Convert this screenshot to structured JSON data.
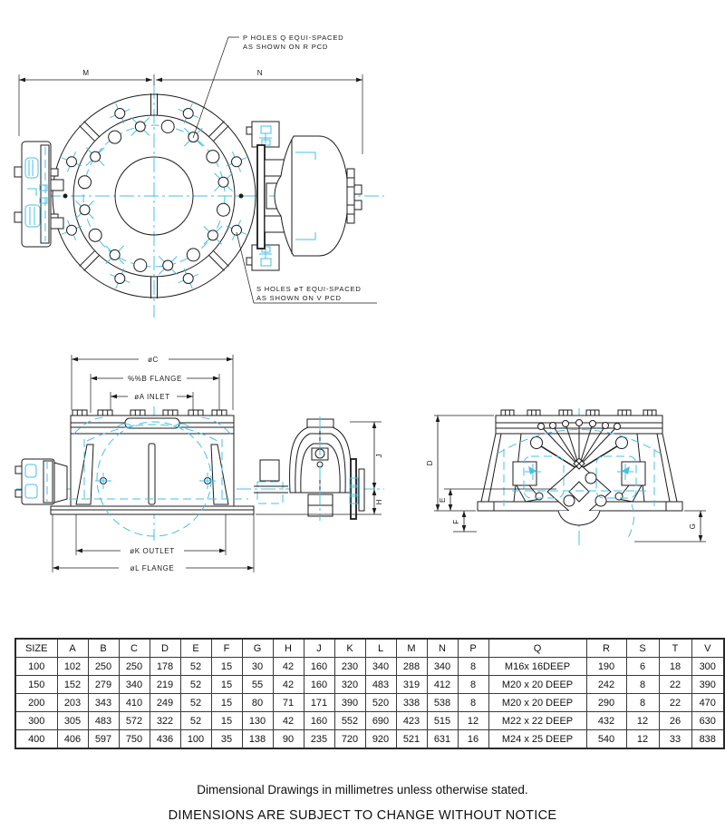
{
  "colors": {
    "line": "#1c1c1c",
    "centerline": "#46c0e8",
    "background": "#ffffff"
  },
  "front_view": {
    "dim_m": "M",
    "dim_n": "N",
    "annotation_top": {
      "line1": "P HOLES Q EQUI-SPACED",
      "line2": "AS SHOWN ON R PCD"
    },
    "annotation_bottom": {
      "line1": "S HOLES øT EQUI-SPACED",
      "line2": "AS SHOWN ON V PCD"
    }
  },
  "side_view": {
    "dim_c": "øC",
    "dim_b": "%%B FLANGE",
    "dim_a": "øA INLET",
    "dim_k": "øK OUTLET",
    "dim_l": "øL FLANGE",
    "dim_j": "J",
    "dim_h": "H"
  },
  "end_view": {
    "dim_d": "D",
    "dim_e": "E",
    "dim_f": "F",
    "dim_g": "G"
  },
  "table": {
    "headers": [
      "SIZE",
      "A",
      "B",
      "C",
      "D",
      "E",
      "F",
      "G",
      "H",
      "J",
      "K",
      "L",
      "M",
      "N",
      "P",
      "Q",
      "R",
      "S",
      "T",
      "V"
    ],
    "rows": [
      [
        "100",
        "102",
        "250",
        "250",
        "178",
        "52",
        "15",
        "30",
        "42",
        "160",
        "230",
        "340",
        "288",
        "340",
        "8",
        "M16x 16DEEP",
        "190",
        "6",
        "18",
        "300"
      ],
      [
        "150",
        "152",
        "279",
        "340",
        "219",
        "52",
        "15",
        "55",
        "42",
        "160",
        "320",
        "483",
        "319",
        "412",
        "8",
        "M20 x 20 DEEP",
        "242",
        "8",
        "22",
        "390"
      ],
      [
        "200",
        "203",
        "343",
        "410",
        "249",
        "52",
        "15",
        "80",
        "71",
        "171",
        "390",
        "520",
        "338",
        "538",
        "8",
        "M20 x 20 DEEP",
        "290",
        "8",
        "22",
        "470"
      ],
      [
        "300",
        "305",
        "483",
        "572",
        "322",
        "52",
        "15",
        "130",
        "42",
        "160",
        "552",
        "690",
        "423",
        "515",
        "12",
        "M22 x 22 DEEP",
        "432",
        "12",
        "26",
        "630"
      ],
      [
        "400",
        "406",
        "597",
        "750",
        "436",
        "100",
        "35",
        "138",
        "90",
        "235",
        "720",
        "920",
        "521",
        "631",
        "16",
        "M24 x 25 DEEP",
        "540",
        "12",
        "33",
        "838"
      ]
    ]
  },
  "footer": {
    "line1": "Dimensional Drawings in millimetres unless otherwise stated.",
    "line2": "DIMENSIONS ARE SUBJECT TO CHANGE WITHOUT NOTICE"
  }
}
